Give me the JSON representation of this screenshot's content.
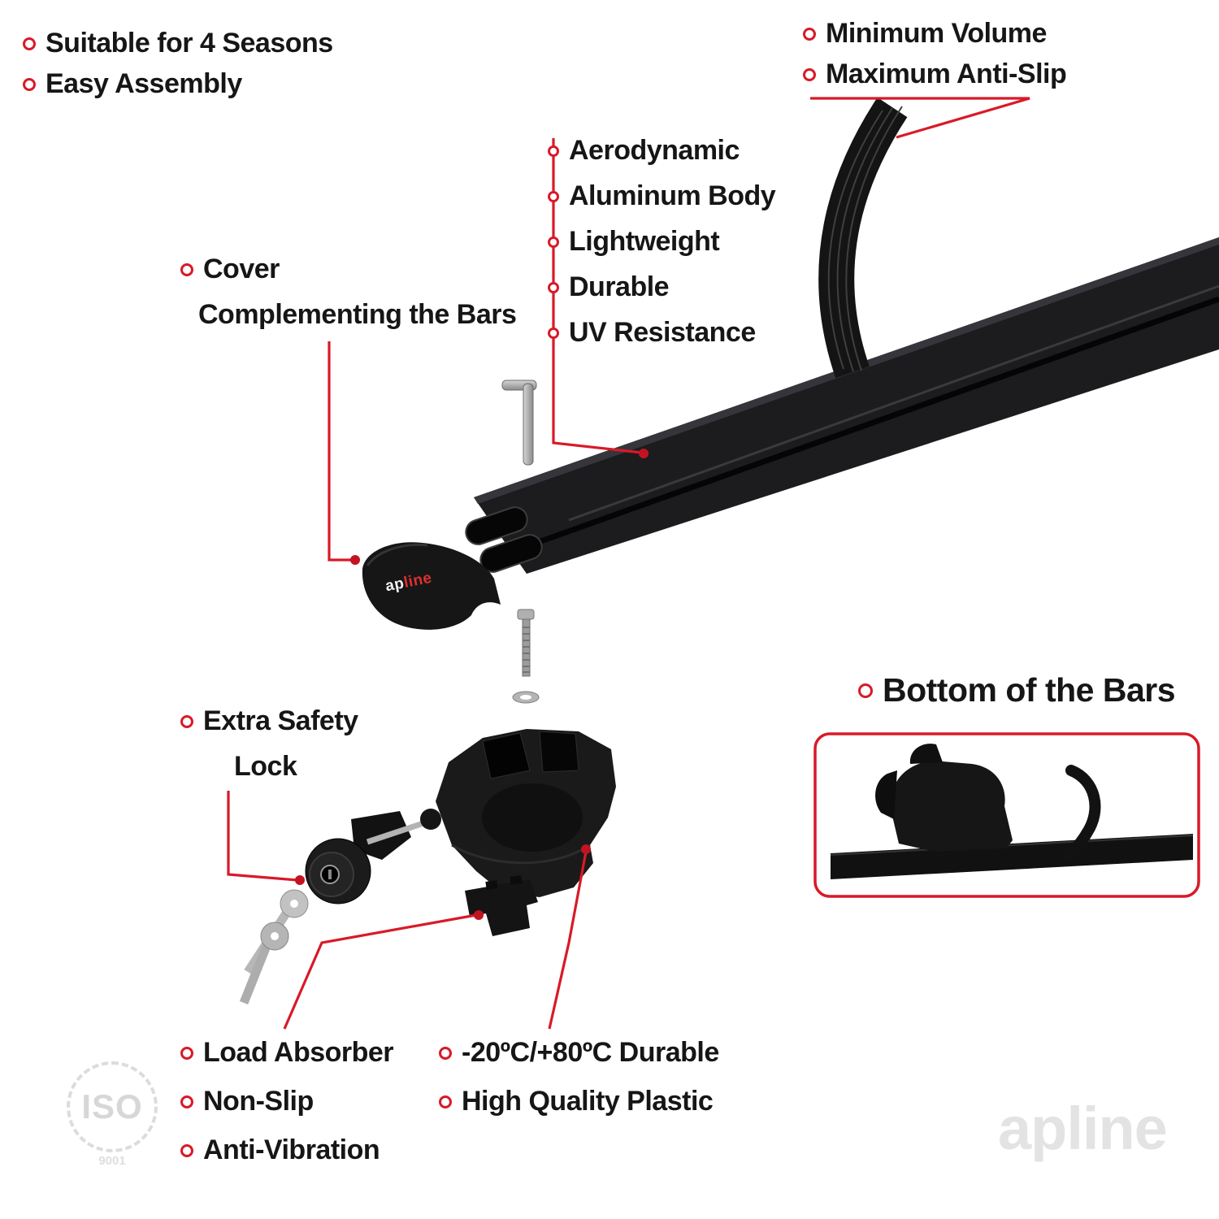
{
  "accent": "#d81a28",
  "top_left": {
    "items": [
      "Suitable for 4 Seasons",
      "Easy Assembly"
    ]
  },
  "top_right": {
    "items": [
      "Minimum Volume",
      "Maximum Anti-Slip"
    ]
  },
  "bar_features": {
    "items": [
      "Aerodynamic",
      "Aluminum Body",
      "Lightweight",
      "Durable",
      "UV Resistance"
    ]
  },
  "cover_label": {
    "line1": "Cover",
    "line2": "Complementing the Bars"
  },
  "lock_label": {
    "line1": "Extra Safety",
    "line2": "Lock"
  },
  "bottom_bars_label": "Bottom of the Bars",
  "bottom_left": {
    "items": [
      "Load Absorber",
      "Non-Slip",
      "Anti-Vibration"
    ]
  },
  "bottom_mid": {
    "items": [
      "-20ºC/+80ºC Durable",
      "High Quality Plastic"
    ]
  },
  "brand": {
    "cover_logo_ap": "ap",
    "cover_logo_line": "line",
    "watermark": "apline",
    "iso_text": "ISO",
    "iso_number": "9001"
  }
}
